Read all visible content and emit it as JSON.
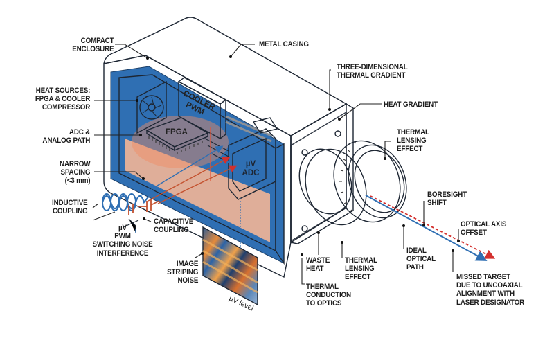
{
  "title": "Thermal imaging camera: heat sources, coupling noise and boresight shift",
  "labels": {
    "compact_enclosure": "COMPACT\nENCLOSURE",
    "metal_casing": "METAL CASING",
    "heat_sources": "HEAT SOURCES:\nFPGA & COOLER\nCOMPRESSOR",
    "adc_analog_path": "ADC &\nANALOG PATH",
    "narrow_spacing": "NARROW\nSPACING\n(<3 mm)",
    "inductive_coupling": "INDUCTIVE\nCOUPLING",
    "capacitive_coupling": "CAPACITIVE\nCOUPLING",
    "pwm_noise": "µV\nPWM\nSWITCHING NOISE\nINTERFERENCE",
    "image_striping": "IMAGE\nSTRIPING\nNOISE",
    "uv_level": "µV level",
    "three_d_gradient": "THREE-DIMENSIONAL\nTHERMAL GRADIENT",
    "heat_gradient": "HEAT GRADIENT",
    "thermal_lensing_top": "THERMAL\nLENSING\nEFFECT",
    "boresight_shift": "BORESIGHT\nSHIFT",
    "optical_axis_offset": "OPTICAL AXIS\nOFFSET",
    "waste_heat": "WASTE\nHEAT",
    "thermal_lensing_bottom": "THERMAL\nLENSING\nEFFECT",
    "ideal_optical_path": "IDEAL\nOPTICAL\nPATH",
    "thermal_conduction": "THERMAL\nCONDUCTION\nTO OPTICS",
    "missed_target": "MISSED TARGET\nDUE TO UNCOAXIAL\nALIGNMENT WITH\nLASER DESIGNATOR"
  },
  "components": {
    "fpga": "FPGA",
    "cooler_pwm": "COOLER\nPWM",
    "adc": "µV\nADC"
  },
  "colors": {
    "casing_gray": "#d9dadc",
    "shield_blue": "#2f6fb3",
    "heat_orange": "#e8643a",
    "heat_light": "#f6c3a6",
    "lens_blue": "#bfe2f2",
    "ideal_path": "#2f6fb3",
    "shifted_path": "#d3302e"
  }
}
